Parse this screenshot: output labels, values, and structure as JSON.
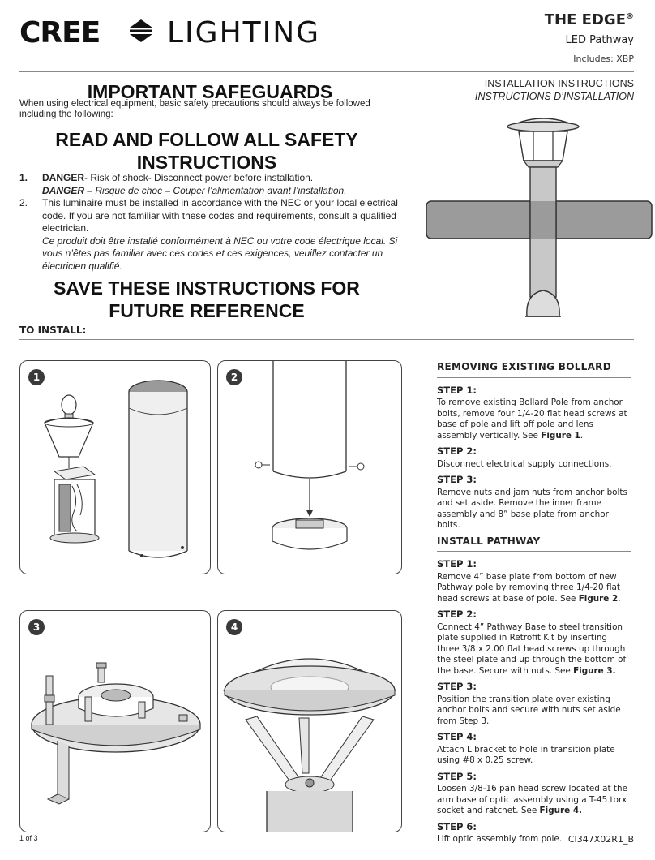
{
  "header": {
    "brand_cree": "CREE",
    "brand_lighting": "LIGHTING",
    "product_name": "THE EDGE",
    "product_reg": "®",
    "product_line": "LED Pathway",
    "includes": "Includes: XBP",
    "install_en": "INSTALLATION INSTRUCTIONS",
    "install_fr": "INSTRUCTIONS D’INSTALLATION"
  },
  "safeguards": {
    "title": "IMPORTANT SAFEGUARDS",
    "intro": "When using electrical equipment, basic safety precautions should always be followed including the following:",
    "read_title_1": "READ AND FOLLOW ALL SAFETY",
    "read_title_2": "INSTRUCTIONS",
    "items": [
      {
        "num": "1.",
        "bold_en": "DANGER",
        "text_en": "- Risk of shock- Disconnect power before installation.",
        "bold_fr": "DANGER",
        "text_fr": " – Risque de choc – Couper l’alimentation avant l’installation."
      },
      {
        "num": "2.",
        "text_en": "This luminaire must be installed in accordance with the NEC or your local electrical code. If you are not familiar with these codes and requirements, consult a qualified electrician.",
        "text_fr": "Ce produit doit être installé conformément à NEC ou votre code électrique local. Si vous n’êtes pas familiar avec ces codes et ces exigences, veuillez contacter un électricien qualifié."
      }
    ],
    "save_title_1": "SAVE THESE INSTRUCTIONS FOR",
    "save_title_2": "FUTURE REFERENCE"
  },
  "to_install": "TO INSTALL:",
  "figures": [
    "1",
    "2",
    "3",
    "4"
  ],
  "removing": {
    "heading": "REMOVING EXISTING BOLLARD",
    "steps": [
      {
        "label": "STEP 1:",
        "text": "To remove existing Bollard Pole from anchor bolts, remove four 1/4-20 flat head screws at base of pole and lift off pole and lens assembly vertically. See ",
        "ref": "Figure 1",
        "end": "."
      },
      {
        "label": "STEP 2:",
        "text": "Disconnect electrical supply connections."
      },
      {
        "label": "STEP 3:",
        "text": "Remove nuts and jam nuts from anchor bolts and set aside. Remove the inner frame assembly and 8” base plate from anchor bolts."
      }
    ]
  },
  "install": {
    "heading": "INSTALL PATHWAY",
    "steps": [
      {
        "label": "STEP 1:",
        "text": "Remove 4” base plate from bottom of new Pathway pole by removing three 1/4-20 flat head screws at base of pole. See ",
        "ref": "Figure 2",
        "end": "."
      },
      {
        "label": "STEP 2:",
        "text": "Connect 4” Pathway Base to steel transition plate supplied in Retrofit Kit by inserting three 3/8 x 2.00 flat head screws up through the steel plate and up through the bottom of the base. Secure with nuts. See ",
        "ref": "Figure 3.",
        "end": ""
      },
      {
        "label": "STEP 3:",
        "text": "Position the transition plate over existing anchor bolts and secure with nuts set aside from Step 3."
      },
      {
        "label": "STEP 4:",
        "text": "Attach L bracket to hole in transition plate using #8 x 0.25 screw."
      },
      {
        "label": "STEP 5:",
        "text": "Loosen 3/8-16 pan head screw located at the arm base of optic assembly using a T-45 torx socket and ratchet. See ",
        "ref": "Figure 4.",
        "end": ""
      },
      {
        "label": "STEP 6:",
        "text": "Lift optic assembly from pole."
      }
    ]
  },
  "footer": {
    "page": "1 of 3",
    "doc_code": "CI347X02R1_B"
  }
}
